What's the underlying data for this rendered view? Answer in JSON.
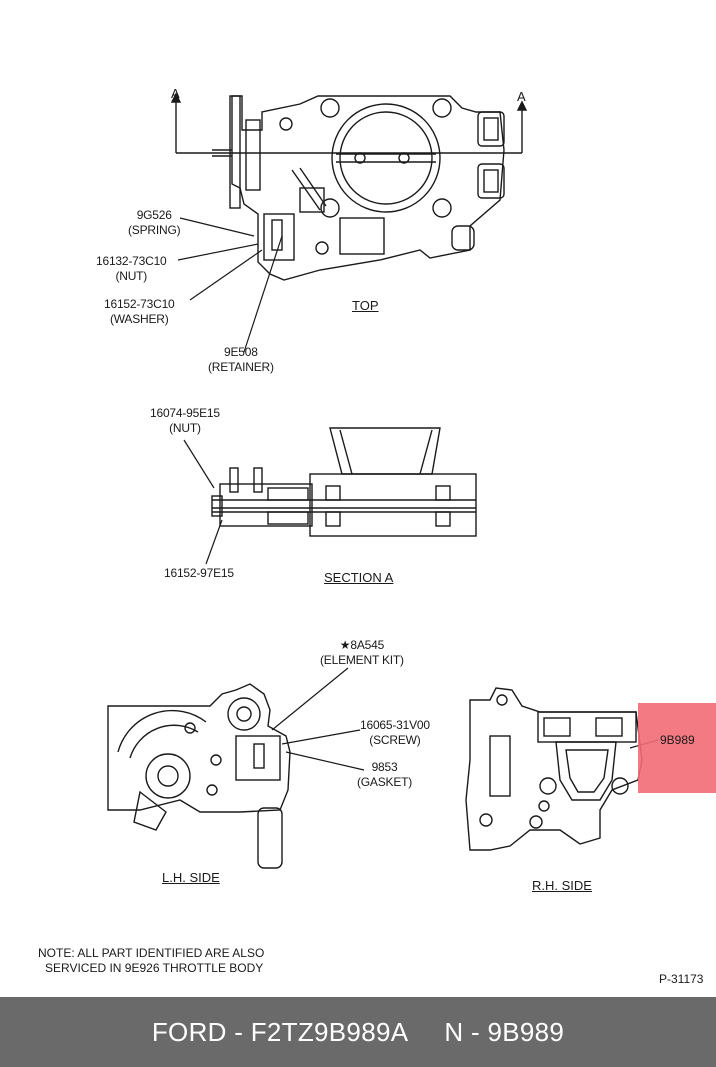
{
  "views": {
    "top": "TOP",
    "section_a": "SECTION A",
    "lh_side": "L.H. SIDE",
    "rh_side": "R.H. SIDE"
  },
  "section_marks": {
    "left": "A",
    "right": "A"
  },
  "callouts": {
    "spring": {
      "part": "9G526",
      "desc": "(SPRING)"
    },
    "nut_top": {
      "part": "16132-73C10",
      "desc": "(NUT)"
    },
    "washer": {
      "part": "16152-73C10",
      "desc": "(WASHER)"
    },
    "retainer": {
      "part": "9E508",
      "desc": "(RETAINER)"
    },
    "nut_section": {
      "part": "16074-95E15",
      "desc": "(NUT)"
    },
    "washer_section": {
      "part": "16152-97E15"
    },
    "element_kit": {
      "part": "★8A545",
      "desc": "(ELEMENT KIT)"
    },
    "screw": {
      "part": "16065-31V00",
      "desc": "(SCREW)"
    },
    "gasket": {
      "part": "9853",
      "desc": "(GASKET)"
    },
    "highlight": {
      "part": "9B989",
      "color": "#f26b74"
    }
  },
  "note": {
    "line1": "NOTE:  ALL PART IDENTIFIED ARE ALSO",
    "line2": "SERVICED IN 9E926 THROTTLE BODY"
  },
  "figure_id": "P-31173",
  "footer": {
    "left": "FORD - F2TZ9B989A",
    "right": "N - 9B989",
    "background": "#6a6a6a"
  }
}
